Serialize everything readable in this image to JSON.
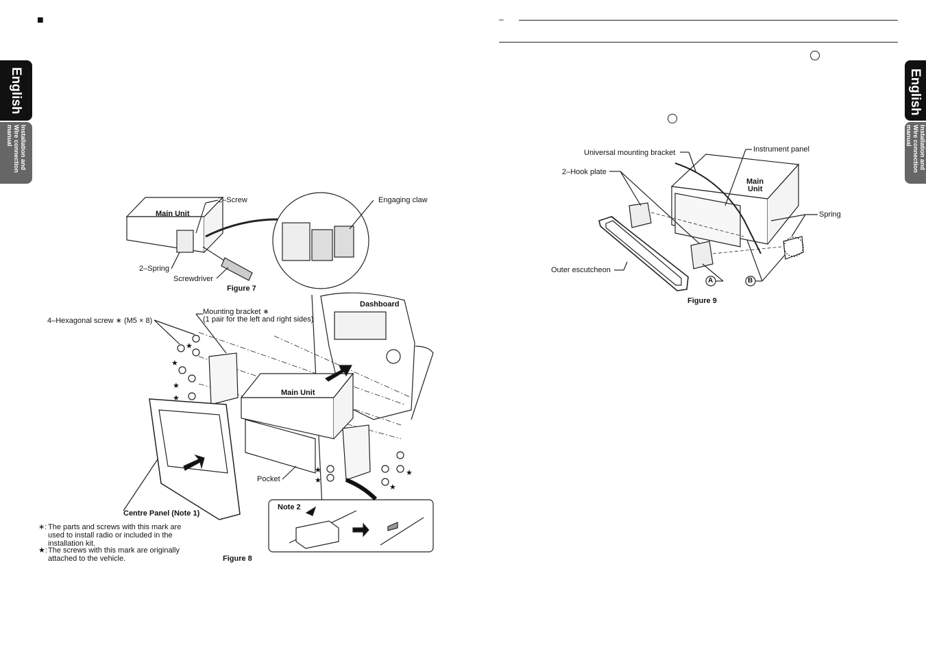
{
  "left_page": {
    "section_marker": "■",
    "tab": {
      "language": "English",
      "subtitle": "Installation and Wire connection manual"
    },
    "figure7": {
      "caption": "Figure 7",
      "labels": {
        "main_unit": "Main Unit",
        "screw": "2–Screw",
        "engaging_claw": "Engaging claw",
        "spring": "2–Spring",
        "screwdriver": "Screwdriver"
      }
    },
    "figure8": {
      "caption": "Figure 8",
      "labels": {
        "hex_screw": "4–Hexagonal screw ∗ (M5 × 8)",
        "mounting_bracket": "Mounting bracket ∗",
        "mounting_bracket_note": "(1 pair for the left and right sides)",
        "dashboard": "Dashboard",
        "main_unit": "Main Unit",
        "pocket": "Pocket",
        "centre_panel": "Centre Panel (Note 1)",
        "note2": "Note 2"
      },
      "footnotes": [
        {
          "mark": "∗:",
          "text": "The parts and screws with this mark are used to install radio or included in the installation kit."
        },
        {
          "mark": "★:",
          "text": "The screws with this mark are originally attached to the vehicle."
        }
      ]
    }
  },
  "right_page": {
    "header_dash": "–",
    "tab": {
      "language": "English",
      "subtitle": "Installation and Wire connection manual"
    },
    "figure9": {
      "caption": "Figure 9",
      "labels": {
        "universal_bracket": "Universal mounting bracket",
        "instrument_panel": "Instrument panel",
        "hook_plate": "2–Hook plate",
        "main_unit_line1": "Main",
        "main_unit_line2": "Unit",
        "spring": "Spring",
        "outer_escutcheon": "Outer escutcheon",
        "mark_a": "A",
        "mark_b": "B"
      }
    }
  }
}
